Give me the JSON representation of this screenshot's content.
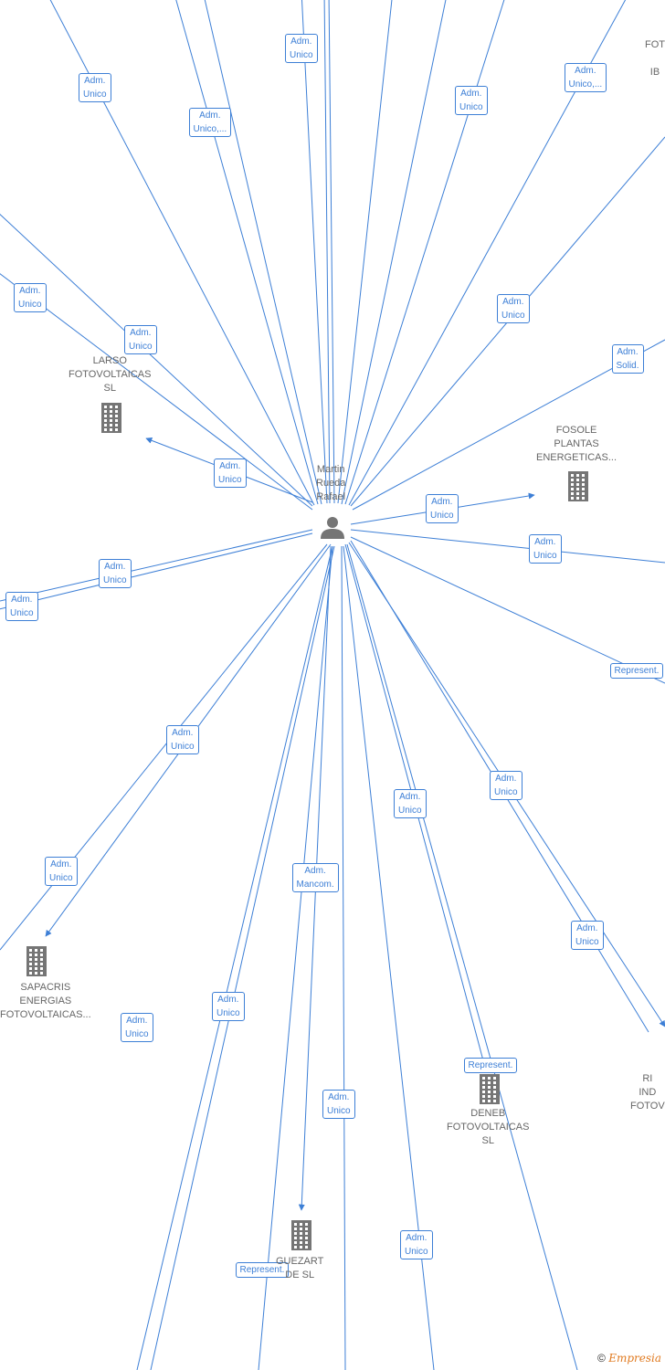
{
  "center": {
    "label": [
      "Martin",
      "Rueda",
      "Rafael"
    ]
  },
  "companies": [
    {
      "id": "larso",
      "lines": [
        "LARSO",
        "FOTOVOLTAICAS",
        "SL"
      ]
    },
    {
      "id": "fosole",
      "lines": [
        "FOSOLE",
        "PLANTAS",
        "ENERGETICAS..."
      ]
    },
    {
      "id": "sapacris",
      "lines": [
        "SAPACRIS",
        "ENERGIAS",
        "FOTOVOLTAICAS..."
      ]
    },
    {
      "id": "deneb",
      "lines": [
        "DENEB",
        "FOTOVOLTAICAS",
        "SL"
      ]
    },
    {
      "id": "guezart",
      "lines": [
        "GUEZART",
        "DE SL"
      ]
    },
    {
      "id": "top-right",
      "lines": [
        "FOT",
        "",
        "IB"
      ]
    },
    {
      "id": "right-bottom",
      "lines": [
        "RI",
        "IND",
        "FOTOV"
      ]
    }
  ],
  "edge_labels": [
    {
      "id": "e1",
      "lines": [
        "Adm.",
        "Unico"
      ]
    },
    {
      "id": "e2",
      "lines": [
        "Adm.",
        "Unico,..."
      ]
    },
    {
      "id": "e3",
      "lines": [
        "Adm.",
        "Unico"
      ]
    },
    {
      "id": "e4",
      "lines": [
        "Adm.",
        "Unico"
      ]
    },
    {
      "id": "e5",
      "lines": [
        "Adm.",
        "Unico,..."
      ]
    },
    {
      "id": "e6",
      "lines": [
        "Adm.",
        "Unico"
      ]
    },
    {
      "id": "e7",
      "lines": [
        "Adm.",
        "Unico"
      ]
    },
    {
      "id": "e8",
      "lines": [
        "Adm.",
        "Unico"
      ]
    },
    {
      "id": "e9",
      "lines": [
        "Adm.",
        "Solid."
      ]
    },
    {
      "id": "e10",
      "lines": [
        "Adm.",
        "Unico"
      ]
    },
    {
      "id": "e11",
      "lines": [
        "Adm.",
        "Unico"
      ]
    },
    {
      "id": "e12",
      "lines": [
        "Adm.",
        "Unico"
      ]
    },
    {
      "id": "e13",
      "lines": [
        "Adm.",
        "Unico"
      ]
    },
    {
      "id": "e14",
      "lines": [
        "Adm.",
        "Unico"
      ]
    },
    {
      "id": "e15",
      "lines": [
        "Represent."
      ]
    },
    {
      "id": "e16",
      "lines": [
        "Adm.",
        "Unico"
      ]
    },
    {
      "id": "e17",
      "lines": [
        "Adm.",
        "Unico"
      ]
    },
    {
      "id": "e18",
      "lines": [
        "Adm.",
        "Unico"
      ]
    },
    {
      "id": "e19",
      "lines": [
        "Adm.",
        "Mancom."
      ]
    },
    {
      "id": "e20",
      "lines": [
        "Adm.",
        "Unico"
      ]
    },
    {
      "id": "e21",
      "lines": [
        "Adm.",
        "Unico"
      ]
    },
    {
      "id": "e22",
      "lines": [
        "Adm.",
        "Unico"
      ]
    },
    {
      "id": "e23",
      "lines": [
        "Adm.",
        "Unico"
      ]
    },
    {
      "id": "e24",
      "lines": [
        "Adm.",
        "Unico"
      ]
    },
    {
      "id": "e25",
      "lines": [
        "Represent."
      ]
    },
    {
      "id": "e26",
      "lines": [
        "Adm.",
        "Unico"
      ]
    },
    {
      "id": "e27",
      "lines": [
        "Represent."
      ]
    },
    {
      "id": "e28",
      "lines": [
        "Adm.",
        "Unico"
      ]
    }
  ],
  "colors": {
    "edge": "#3d7fd6",
    "node": "#757575",
    "label_text": "#666666",
    "brand": "#e07a20"
  },
  "icons": {
    "person": "person-icon",
    "company": "building-icon"
  },
  "footer": {
    "copyright": "©",
    "brand": "Empresia"
  }
}
